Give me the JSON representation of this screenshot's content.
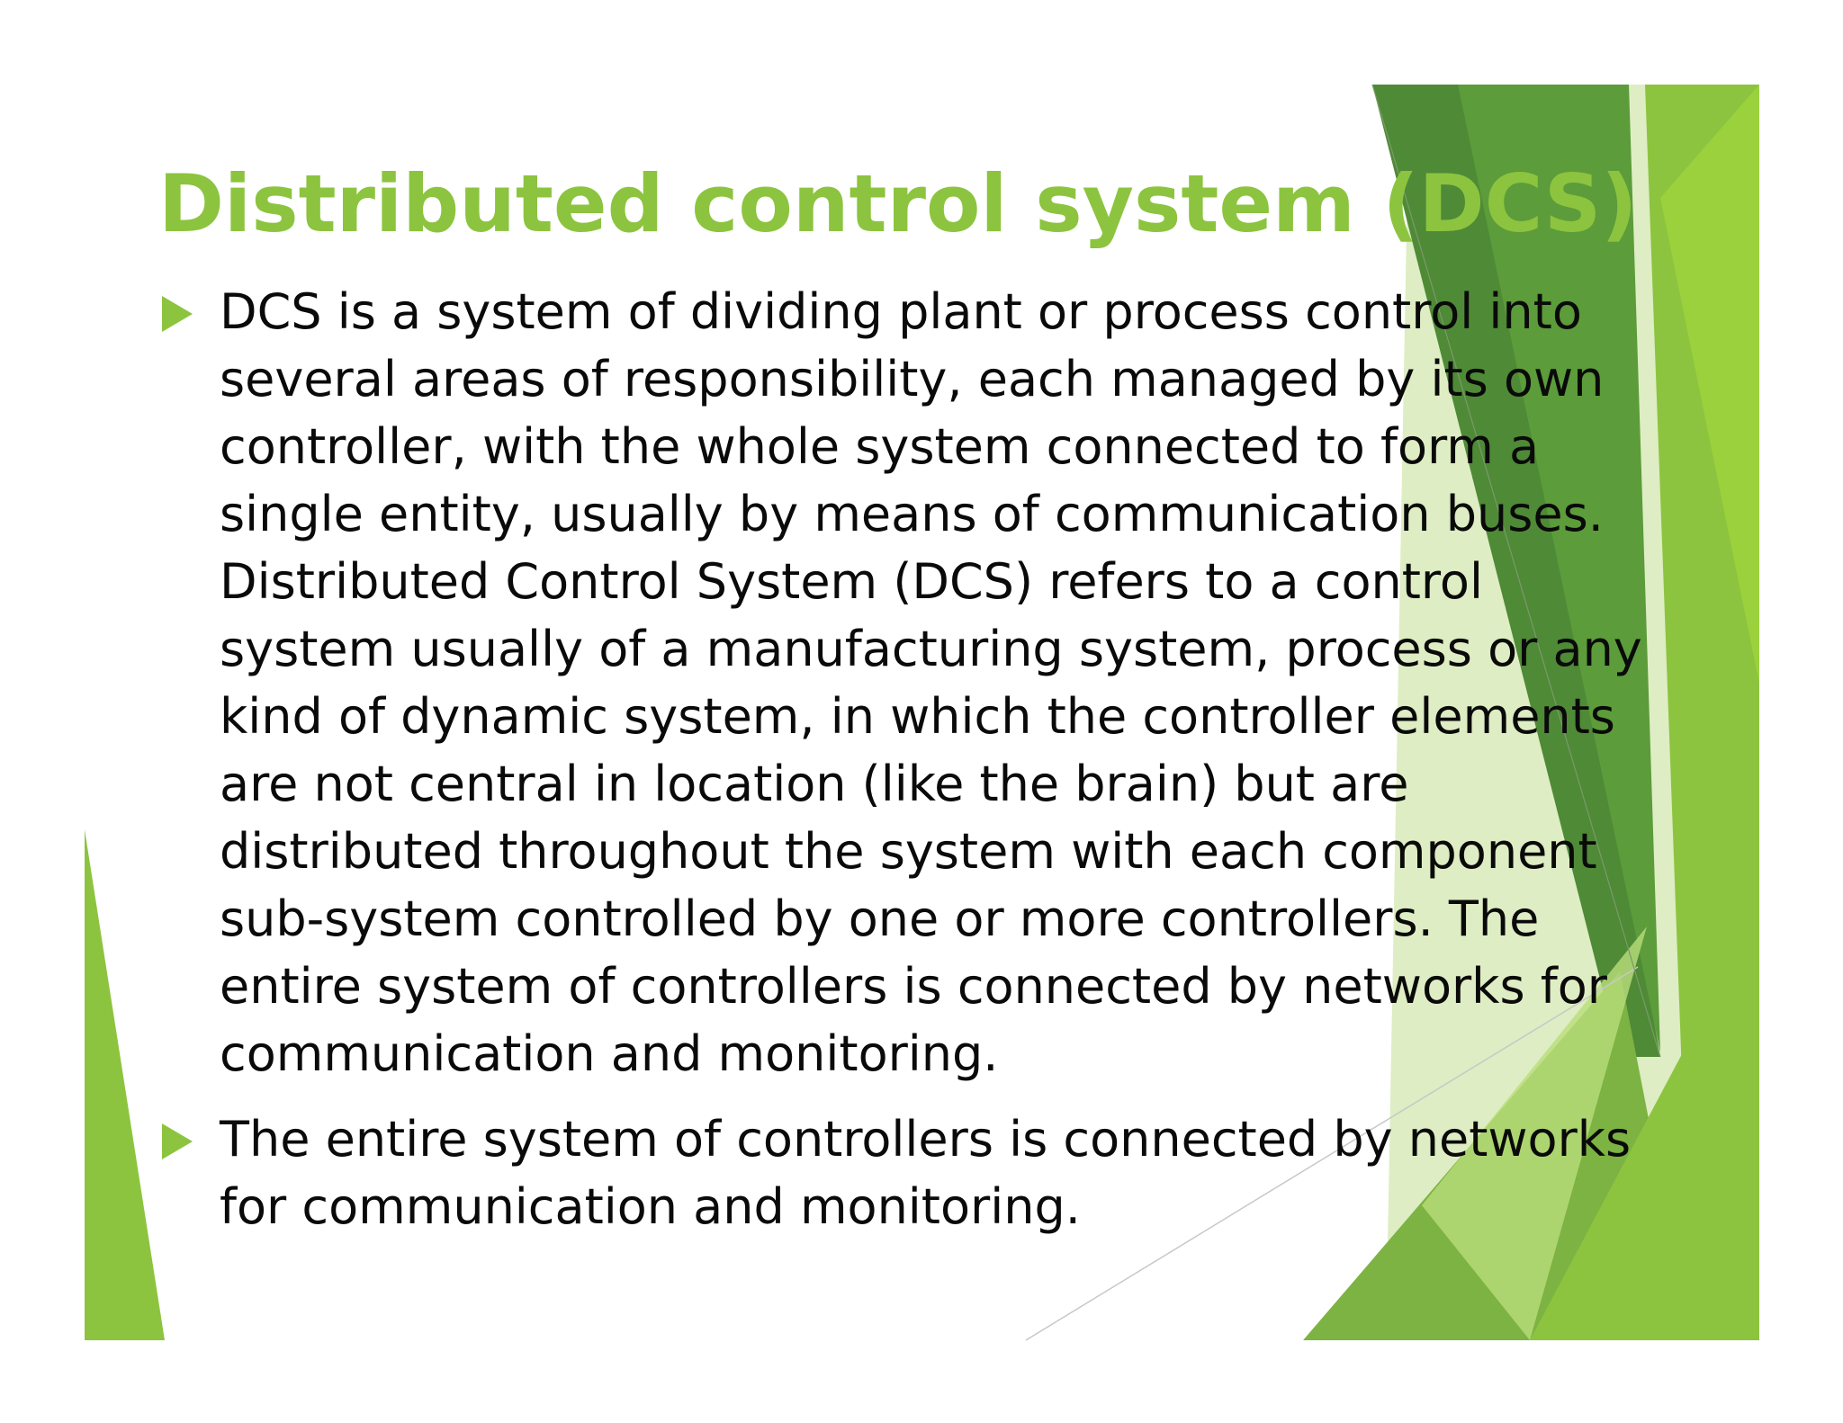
{
  "slide": {
    "title": "Distributed control system (DCS)",
    "bullets": [
      {
        "lines": [
          "DCS is a system of dividing plant or process control into",
          "several areas of responsibility, each managed by its own",
          "controller, with the whole system connected to form a",
          "single entity, usually by means of communication buses.",
          "Distributed Control System (DCS) refers to a control",
          "system usually of a manufacturing system, process or any",
          "kind of dynamic system, in which the controller elements",
          "are not central in location (like the brain) but are",
          "distributed throughout the system with each component",
          "sub-system controlled by one or more controllers. The",
          "entire system of controllers is connected by networks for",
          "communication and monitoring."
        ]
      },
      {
        "lines": [
          "The entire system of controllers is connected by networks",
          "for communication and monitoring."
        ]
      }
    ]
  },
  "theme": {
    "accent": "#8cc43f",
    "dark_green": "#4f8a37",
    "text": "#0a0a0a"
  }
}
